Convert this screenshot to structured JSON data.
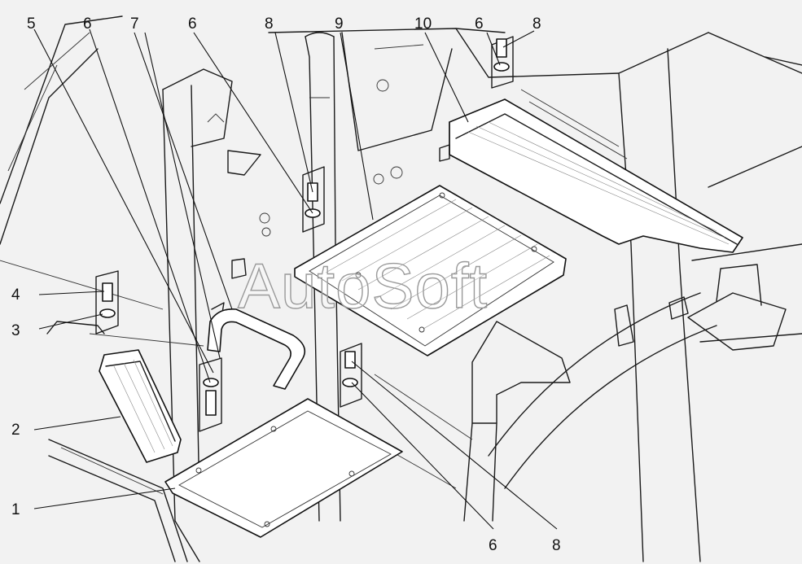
{
  "watermark": "AutoSoft",
  "callouts": [
    {
      "id": "c5a",
      "label": "5"
    },
    {
      "id": "c6a",
      "label": "6"
    },
    {
      "id": "c7",
      "label": "7"
    },
    {
      "id": "c6b",
      "label": "6"
    },
    {
      "id": "c8a",
      "label": "8"
    },
    {
      "id": "c9",
      "label": "9"
    },
    {
      "id": "c10",
      "label": "10"
    },
    {
      "id": "c6c",
      "label": "6"
    },
    {
      "id": "c8b",
      "label": "8"
    },
    {
      "id": "c4",
      "label": "4"
    },
    {
      "id": "c3",
      "label": "3"
    },
    {
      "id": "c2",
      "label": "2"
    },
    {
      "id": "c1",
      "label": "1"
    },
    {
      "id": "c6d",
      "label": "6"
    },
    {
      "id": "c8c",
      "label": "8"
    }
  ]
}
